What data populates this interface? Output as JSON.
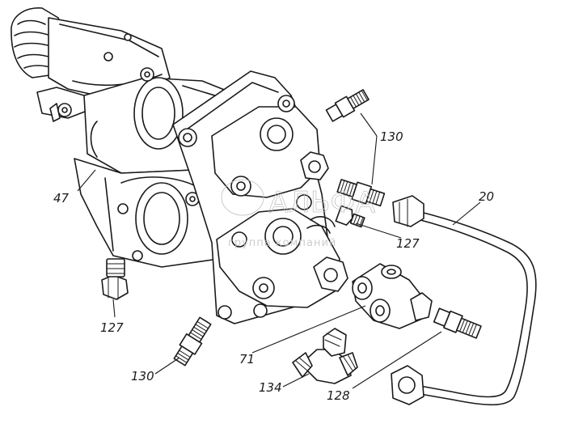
{
  "callouts": {
    "c47": "47",
    "c130_top": "130",
    "c20": "20",
    "c127_right": "127",
    "c127_left": "127",
    "c71": "71",
    "c130_bottom": "130",
    "c134": "134",
    "c128": "128"
  },
  "watermark": {
    "logo_text": "АЛЬФА",
    "sub_text": "группа компаний"
  }
}
